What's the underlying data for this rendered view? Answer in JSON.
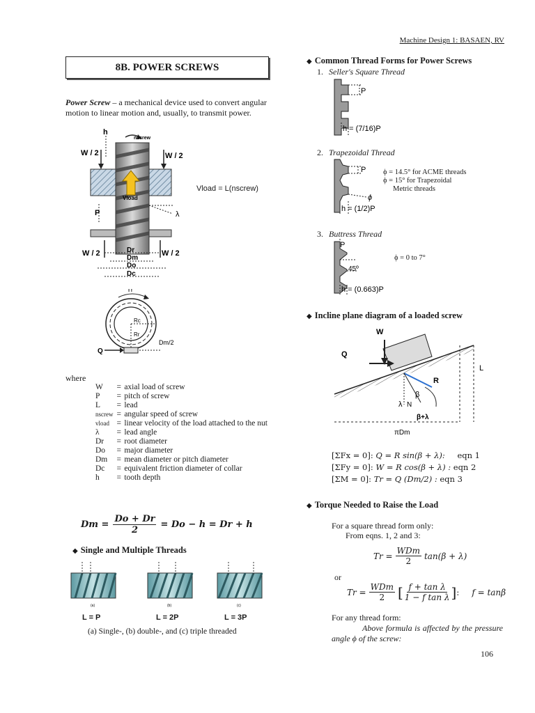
{
  "header": {
    "right": "Machine Design 1: BASAEN, RV"
  },
  "title": "8B. POWER SCREWS",
  "definition": {
    "term": "Power Screw",
    "text": " – a mechanical device used to convert angular motion to linear motion and, usually, to transmit power."
  },
  "figure_screw": {
    "h": "h",
    "n_screw": "nscrew",
    "w2_left": "W / 2",
    "w2_right": "W / 2",
    "v_load": "Vload",
    "p": "P",
    "lambda": "λ",
    "w2_bl": "W / 2",
    "w2_br": "W / 2",
    "dr": "Dr",
    "dm": "Dm",
    "do": "Do",
    "dc": "Dc",
    "formula": "Vload = L(nscrew)"
  },
  "figure_collar": {
    "tr": "Tr",
    "rc": "Rc",
    "rr": "Rr",
    "dm2": "Dm/2",
    "q": "Q"
  },
  "where_label": "where",
  "variables": [
    {
      "sym": "W",
      "eq": "=",
      "desc": "axial load of screw"
    },
    {
      "sym": "P",
      "eq": "=",
      "desc": "pitch of screw"
    },
    {
      "sym": "L",
      "eq": "=",
      "desc": "lead"
    },
    {
      "sym": "nscrew",
      "eq": "=",
      "desc": "angular speed of screw"
    },
    {
      "sym": "vload",
      "eq": "=",
      "desc": "linear velocity of the load attached to the nut"
    },
    {
      "sym": "λ",
      "eq": "=",
      "desc": "lead angle"
    },
    {
      "sym": "Dr",
      "eq": "=",
      "desc": "root diameter"
    },
    {
      "sym": "Do",
      "eq": "=",
      "desc": "major diameter"
    },
    {
      "sym": "Dm",
      "eq": "=",
      "desc": "mean diameter or pitch diameter"
    },
    {
      "sym": "Dc",
      "eq": "=",
      "desc": "equivalent friction diameter of collar"
    },
    {
      "sym": "h",
      "eq": "=",
      "desc": "tooth depth"
    }
  ],
  "dm_equation": {
    "lhs": "Dm =",
    "num": "Do + Dr",
    "den": "2",
    "rhs": "= Do − h = Dr + h"
  },
  "single_multiple": {
    "heading": "Single and Multiple Threads",
    "labels": [
      "L = P",
      "L = 2P",
      "L = 3P"
    ],
    "sublabels": [
      "(a)",
      "(b)",
      "(c)"
    ],
    "caption": "(a) Single-, (b) double-, and (c) triple threaded"
  },
  "thread_forms": {
    "heading": "Common Thread Forms for Power Screws",
    "items": [
      {
        "num": "1.",
        "name": "Seller's Square Thread",
        "p": "P",
        "h": "h = (7/16)P"
      },
      {
        "num": "2.",
        "name": "Trapezoidal Thread",
        "p": "P",
        "h": "h = (1/2)P",
        "phi": "ϕ",
        "notes": [
          "ϕ = 14.5° for ACME threads",
          "ϕ = 15° for Trapezoidal",
          "Metric threads"
        ]
      },
      {
        "num": "3.",
        "name": "Buttress Thread",
        "p": "P",
        "h": "h = (0.663)P",
        "angle": "45º",
        "note": "ϕ = 0 to 7°"
      }
    ]
  },
  "incline": {
    "heading": "Incline plane diagram of a loaded screw",
    "w": "W",
    "q": "Q",
    "r": "R",
    "beta": "β",
    "lambda": "λ",
    "n": "N",
    "beta_lambda": "β+λ",
    "l": "L",
    "pidm": "πDm",
    "eqns": [
      {
        "lhs": "[ΣFx = 0]:",
        "rhs": "Q = R sin(β + λ):",
        "tag": "eqn 1"
      },
      {
        "lhs": "[ΣFy = 0]:",
        "rhs": "W = R cos(β + λ) :",
        "tag": "eqn 2"
      },
      {
        "lhs": "[ΣM = 0]:",
        "rhs": "Tr = Q (Dm/2) :",
        "tag": "eqn 3"
      }
    ]
  },
  "torque": {
    "heading": "Torque Needed to Raise the Load",
    "line1": "For a square thread form only:",
    "line2": "From eqns. 1, 2 and 3:",
    "eq1_lhs": "Tr =",
    "eq1_num": "WDm",
    "eq1_den": "2",
    "eq1_rhs": "tan(β + λ)",
    "or": "or",
    "eq2_lhs": "Tr =",
    "eq2_num": "WDm",
    "eq2_den": "2",
    "eq2_fnum": "f + tan λ",
    "eq2_fden": "1 − f tan λ",
    "eq2_tail": "f = tanβ",
    "any_form": "For any thread form:",
    "note": "Above formula is affected by the pressure angle ϕ of the screw:"
  },
  "page_number": "106"
}
